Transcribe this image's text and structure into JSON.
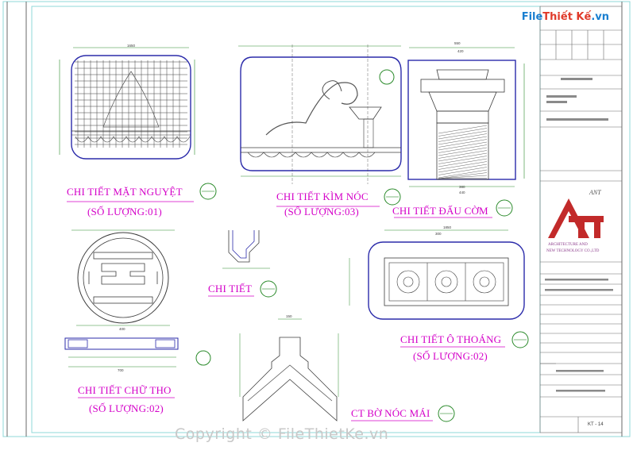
{
  "brand": {
    "part1": "File",
    "part2": "Thiết Kế",
    "part3": ".vn"
  },
  "watermark": "Copyright © FileThietKe.vn",
  "labels": {
    "mat_nguyet": "CHI TIẾT MẶT NGUYỆT",
    "mat_nguyet_qty": "(SỐ LƯỢNG:01)",
    "kim_noc": "CHI TIẾT KÌM NÓC",
    "kim_noc_qty": "(SỐ LƯỢNG:03)",
    "dau_com": "CHI TIẾT ĐẤU CỜM",
    "chi_tiet": "CHI TIẾT",
    "chu_tho": "CHI TIẾT CHỮ THO",
    "chu_tho_qty": "(SỐ LƯỢNG:02)",
    "o_thoang": "CHI TIẾT Ô THOÁNG",
    "o_thoang_qty": "(SỐ LƯỢNG:02)",
    "bo_noc": "CT BỜ NÓC MÁI"
  },
  "title_block": {
    "company": "ANT",
    "company_line1": "ARCHITECTURE AND",
    "company_line2": "NEW TECHNOLOGY CO.,LTD",
    "sheet_no": "KT - 14"
  },
  "dims": {
    "d1": "1650",
    "d2": "550",
    "d3": "420",
    "d4": "1850",
    "d5": "300",
    "d6": "380",
    "d7": "440",
    "d8": "700",
    "d9": "400",
    "d10": "150"
  }
}
